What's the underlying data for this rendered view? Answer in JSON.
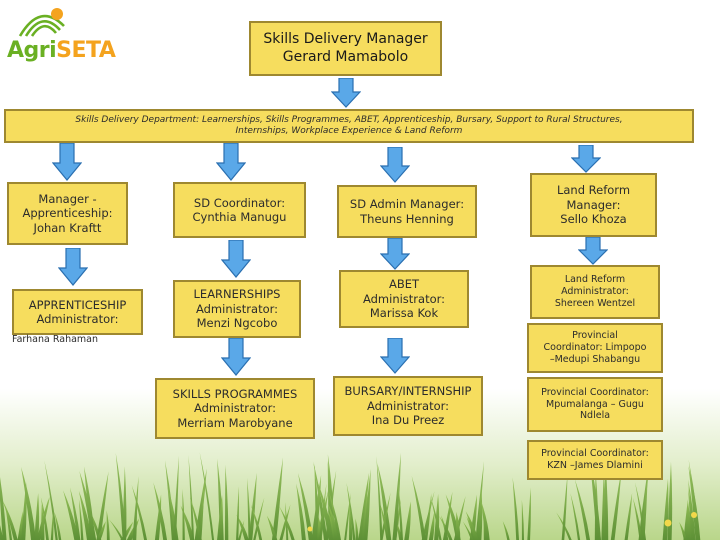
{
  "logo": {
    "part1": "Agri",
    "part2": "SETA"
  },
  "head": {
    "title": "Skills Delivery Manager",
    "name": "Gerard Mamabolo"
  },
  "department": {
    "line1": "Skills Delivery Department: Learnerships, Skills Programmes, ABET, Apprenticeship, Bursary, Support to Rural Structures,",
    "line2": "Internships, Workplace Experience & Land Reform"
  },
  "apprenticeship": {
    "manager": [
      "Manager -",
      "Apprenticeship:",
      "Johan Kraftt"
    ],
    "admin": [
      "APPRENTICESHIP",
      "Administrator:"
    ],
    "admin_name": "Farhana Rahaman"
  },
  "learnerships": {
    "coordinator": [
      "SD Coordinator:",
      "Cynthia Manugu"
    ],
    "admin": [
      "LEARNERSHIPS",
      "Administrator:",
      "Menzi Ngcobo"
    ],
    "skills": [
      "SKILLS PROGRAMMES",
      "Administrator:",
      "Merriam Marobyane"
    ]
  },
  "admin": {
    "manager": [
      "SD Admin Manager:",
      "Theuns Henning"
    ],
    "abet": [
      "ABET",
      "Administrator:",
      "Marissa Kok"
    ],
    "bursary": [
      "BURSARY/INTERNSHIP",
      "Administrator:",
      "Ina Du Preez"
    ]
  },
  "land_reform": {
    "manager": [
      "Land Reform",
      "Manager:",
      "Sello Khoza"
    ],
    "admin": [
      "Land Reform",
      "Administrator:",
      "Shereen Wentzel"
    ],
    "limpopo": [
      "Provincial",
      "Coordinator: Limpopo",
      "–Medupi Shabangu"
    ],
    "mpumalanga": [
      "Provincial Coordinator:",
      "Mpumalanga – Gugu",
      "Ndlela"
    ],
    "kzn": [
      "Provincial Coordinator:",
      "KZN –James Dlamini"
    ]
  }
}
